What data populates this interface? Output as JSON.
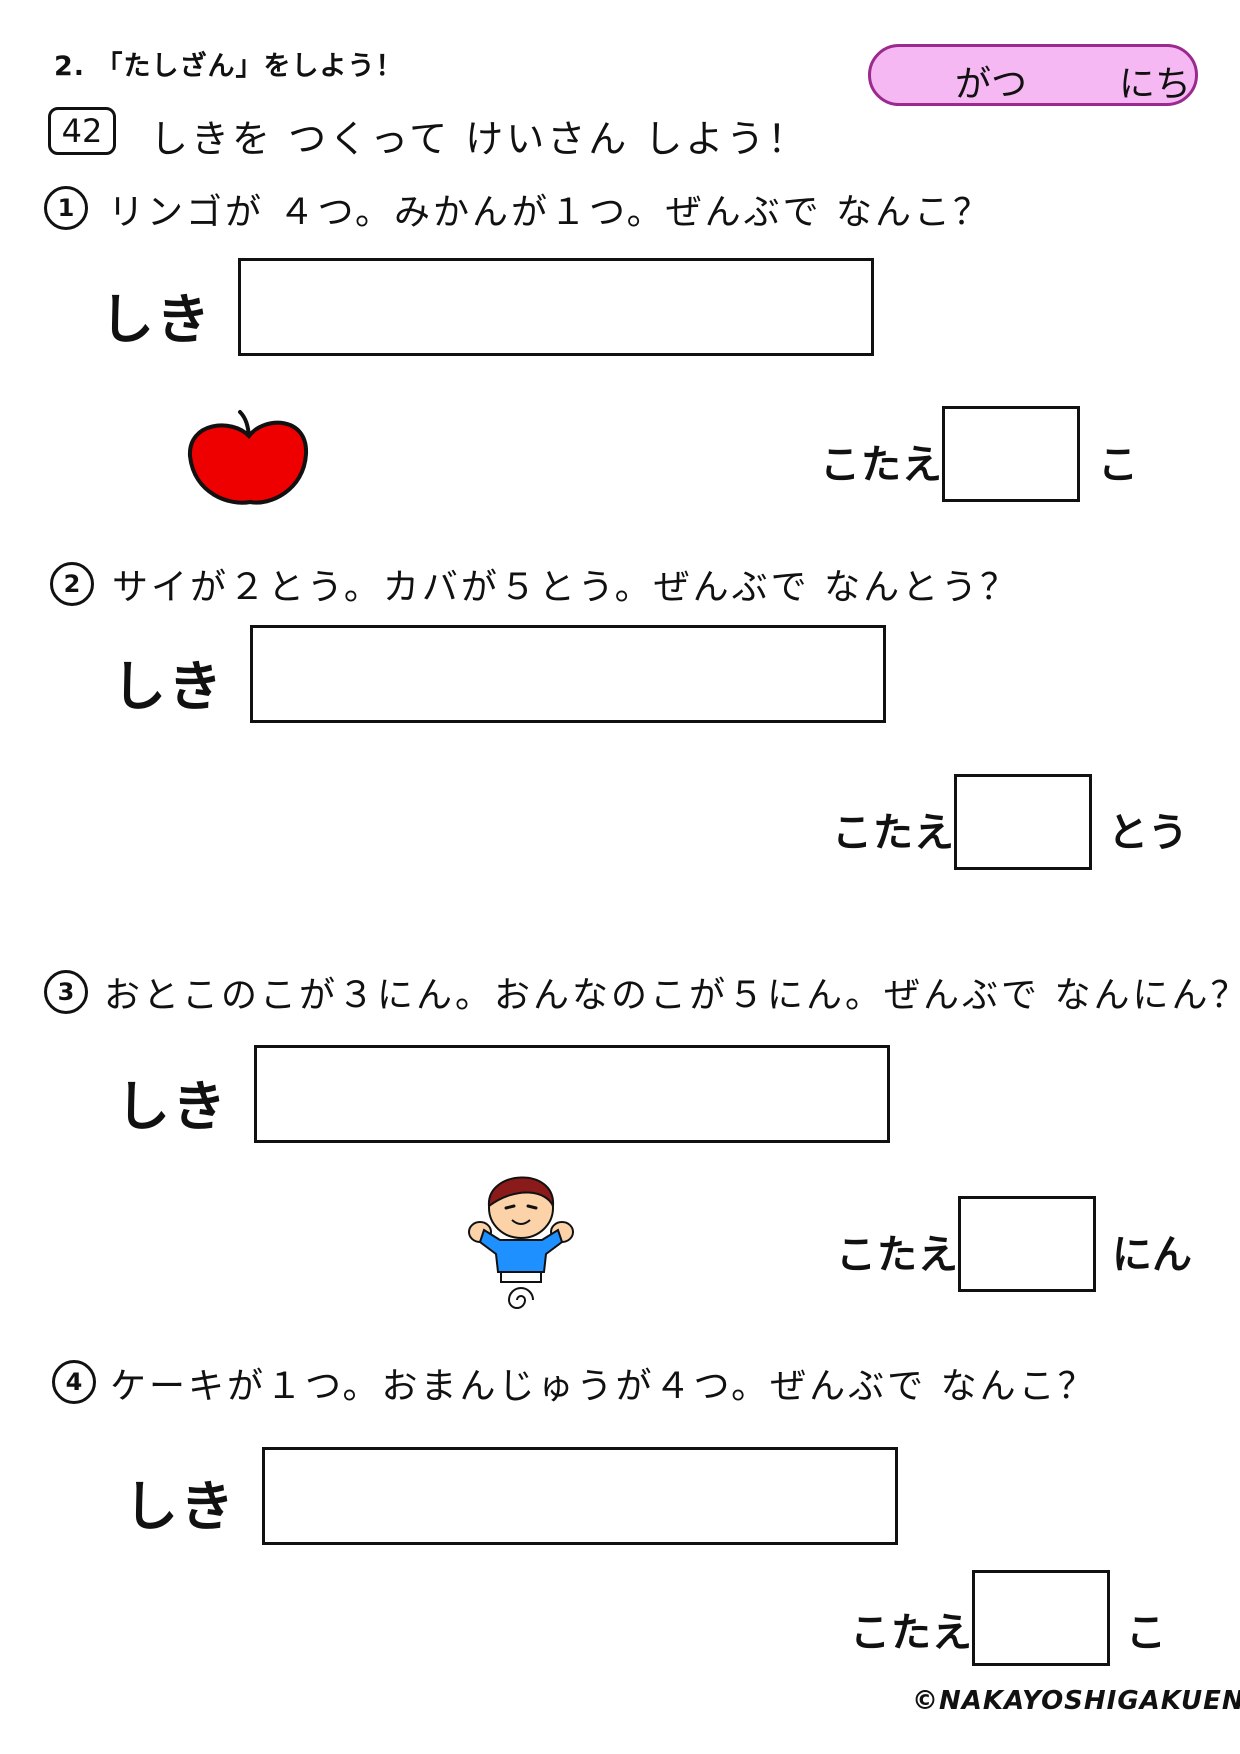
{
  "header": {
    "section_title": "2. 「たしざん」をしよう！",
    "date_month_label": "がつ",
    "date_day_label": "にち",
    "lesson_number": "42",
    "instruction": "しきを つくって けいさん しよう！"
  },
  "labels": {
    "shiki": "しき",
    "kotae": "こたえ"
  },
  "questions": [
    {
      "number": "1",
      "text": "リンゴが ４つ。みかんが１つ。ぜんぶで なんこ？",
      "unit": "こ"
    },
    {
      "number": "2",
      "text": "サイが２とう。カバが５とう。ぜんぶで なんとう？",
      "unit": "とう"
    },
    {
      "number": "3",
      "text": "おとこのこが３にん。おんなのこが５にん。ぜんぶで なんにん？",
      "unit": "にん"
    },
    {
      "number": "4",
      "text": "ケーキが１つ。おまんじゅうが４つ。ぜんぶで なんこ？",
      "unit": "こ"
    }
  ],
  "illustrations": {
    "q1": "apple-icon",
    "q3": "boy-icon"
  },
  "colors": {
    "date_box_fill": "#f5b8f2",
    "date_box_border": "#9b2a8f",
    "apple": "#ee0000",
    "boy_shirt": "#1e90ff",
    "boy_hair": "#8b1a1a"
  },
  "footer": {
    "copyright": "©NAKAYOSHIGAKUEN"
  }
}
